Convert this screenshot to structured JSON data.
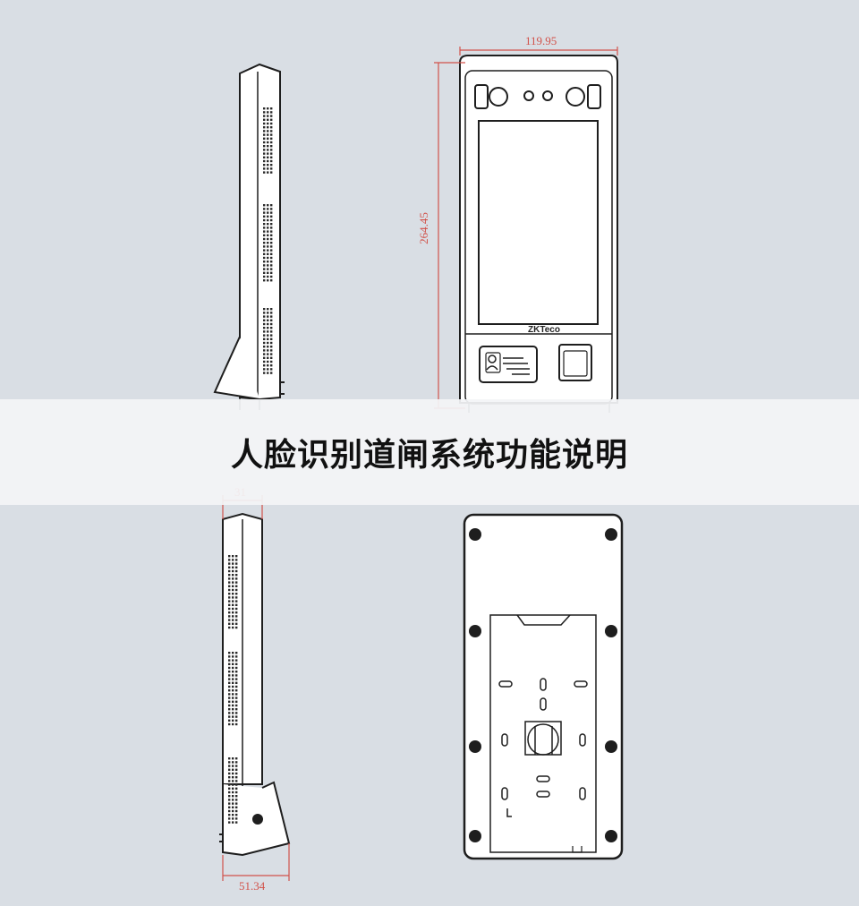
{
  "title": "人脸识别道闸系统功能说明",
  "dimensions": {
    "width": "119.95",
    "height": "264.45",
    "depth_top": "31",
    "depth_base": "51.34"
  },
  "logo_text": "ZKTeco",
  "colors": {
    "background": "#d9dee4",
    "outline": "#1e1e1e",
    "dimension": "#d2524a",
    "banner": "#f3f4f6"
  }
}
